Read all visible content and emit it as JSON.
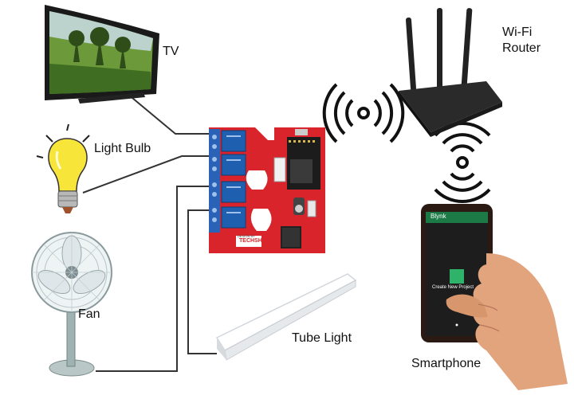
{
  "labels": {
    "tv": "TV",
    "light_bulb": "Light Bulb",
    "fan": "Fan",
    "tube_light": "Tube Light",
    "router": "Wi-Fi\nRouter",
    "router_line1": "Wi-Fi",
    "router_line2": "Router",
    "smartphone": "Smartphone"
  },
  "board": {
    "brand_prefix": "DESIGN BY",
    "brand": "TECHSHOP",
    "relay_count": 4
  },
  "phone_screen": {
    "app_title": "Blynk",
    "action": "Create New Project"
  },
  "colors": {
    "board_red": "#d8242a",
    "relay_blue": "#1f5fb0",
    "terminal_blue": "#2a62b8",
    "wire": "#333333",
    "app_green": "#1b7a45"
  }
}
